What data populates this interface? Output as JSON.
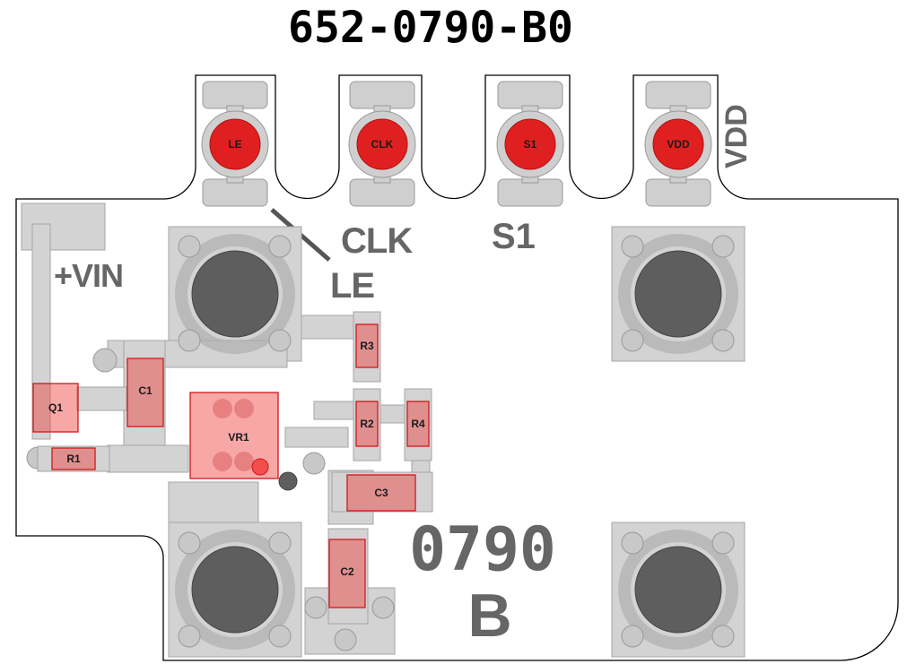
{
  "title": "652-0790-B0",
  "silkscreen": {
    "vin": "+VIN",
    "clk": "CLK",
    "le": "LE",
    "s1": "S1",
    "vdd": "VDD",
    "part_number": "0790",
    "revision": "B"
  },
  "connectors": [
    {
      "id": "le",
      "label": "LE"
    },
    {
      "id": "clk",
      "label": "CLK"
    },
    {
      "id": "s1",
      "label": "S1"
    },
    {
      "id": "vdd",
      "label": "VDD"
    }
  ],
  "components": {
    "q1": "Q1",
    "r1": "R1",
    "c1": "C1",
    "vr1": "VR1",
    "r3": "R3",
    "r2": "R2",
    "r4": "R4",
    "c3": "C3",
    "c2": "C2"
  },
  "colors": {
    "outline": "#000000",
    "pad": "#cfcfcf",
    "component": "#f03c3c",
    "connector": "#e02020",
    "silkscreen": "#666666"
  }
}
